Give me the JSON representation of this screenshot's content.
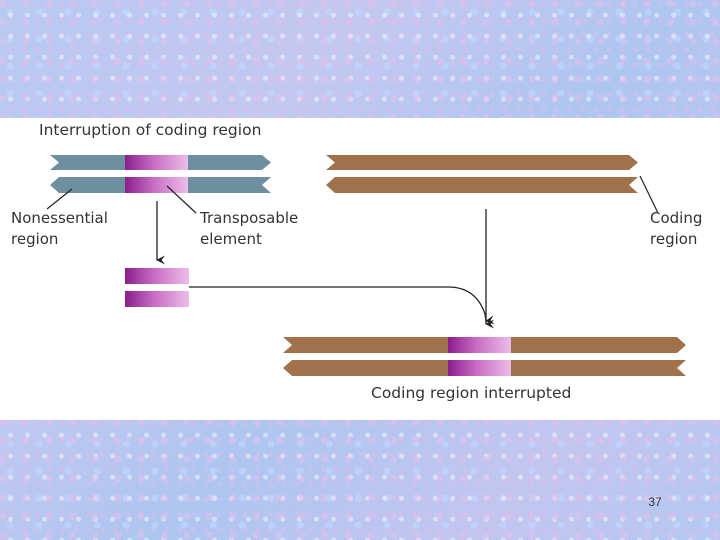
{
  "diagram": {
    "title": "Interruption of coding region",
    "labels": {
      "nonessential_line1": "Nonessential",
      "nonessential_line2": "region",
      "transposable_line1": "Transposable",
      "transposable_line2": "element",
      "coding_line1": "Coding",
      "coding_line2": "region",
      "result": "Coding region interrupted"
    },
    "colors": {
      "nonessential_dna": "#6d8fa0",
      "coding_dna": "#a0714b",
      "transposon_dark": "#8a1e8c",
      "transposon_light": "#e8b4e4"
    }
  },
  "slide": {
    "number": "37"
  }
}
